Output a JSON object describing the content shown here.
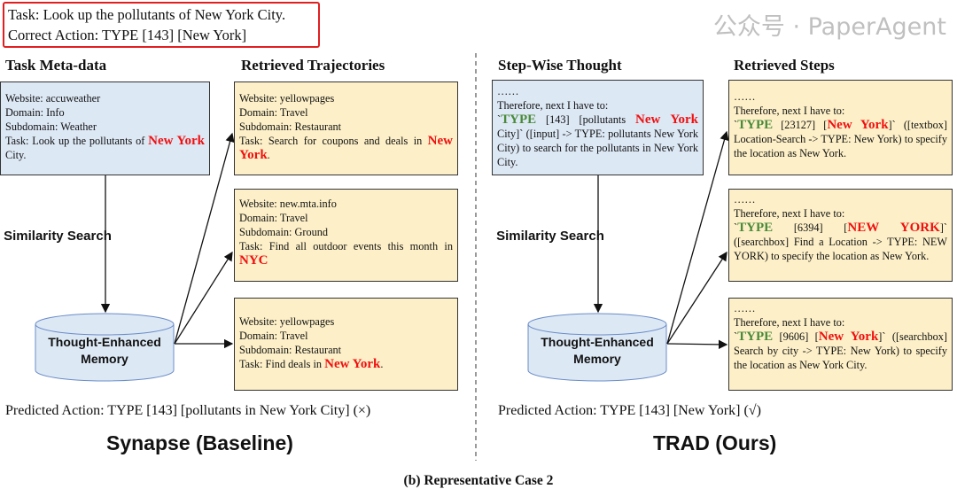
{
  "task": {
    "line1": "Task: Look up the pollutants of New York City.",
    "line2": "Correct Action: TYPE [143] [New York]"
  },
  "left": {
    "heading_meta": "Task Meta-data",
    "heading_traj": "Retrieved Trajectories",
    "meta": {
      "website": "Website: accuweather",
      "domain": "Domain: Info",
      "subdomain": "Subdomain: Weather",
      "task_pre": "Task: Look up the pollutants of ",
      "task_hl": "New York",
      "task_post": " City."
    },
    "trajectories": [
      {
        "website": "Website: yellowpages",
        "domain": "Domain: Travel",
        "subdomain": "Subdomain: Restaurant",
        "task_pre": "Task: Search for coupons and deals in ",
        "task_hl": "New York",
        "task_post": "."
      },
      {
        "website": "Website: new.mta.info",
        "domain": "Domain: Travel",
        "subdomain": "Subdomain: Ground",
        "task_pre": "Task: Find all outdoor events this month in ",
        "task_hl": "NYC",
        "task_post": ""
      },
      {
        "website": "Website: yellowpages",
        "domain": "Domain: Travel",
        "subdomain": "Subdomain: Restaurant",
        "task_pre": "Task: Find deals in ",
        "task_hl": "New York",
        "task_post": "."
      }
    ],
    "similarity": "Similarity Search",
    "memory": "Thought-Enhanced Memory",
    "predicted": "Predicted Action: TYPE [143] [pollutants in New York City] (×)",
    "title": "Synapse (Baseline)"
  },
  "right": {
    "heading_thought": "Step-Wise Thought",
    "heading_steps": "Retrieved Steps",
    "thought": {
      "dots": "……",
      "lead": "Therefore, next I have to:",
      "tick": "`",
      "type": "TYPE",
      "id": " [143] [pollutants ",
      "hl": "New York",
      "rest": " City]` ([input]  -> TYPE: pollutants New York City) to search for the pollutants in New York City."
    },
    "steps": [
      {
        "dots": "……",
        "lead": "Therefore, next I have to:",
        "tick": "`",
        "type": "TYPE",
        "id": " [23127] [",
        "hl": "New York",
        "rest": "]` ([textbox] Location-Search -> TYPE: New York) to specify the location as New York."
      },
      {
        "dots": "……",
        "lead": "Therefore, next I have to:",
        "tick": "`",
        "type": "TYPE",
        "id": " [6394] [",
        "hl": "NEW YORK",
        "rest": "]` ([searchbox] Find a Location -> TYPE: NEW YORK) to specify the location as New York."
      },
      {
        "dots": "……",
        "lead": "Therefore, next I have to:",
        "tick": "`",
        "type": "TYPE",
        "id": " [9606] [",
        "hl": "New York",
        "rest": "]` ([searchbox] Search by city -> TYPE: New York) to specify the location as New York City."
      }
    ],
    "similarity": "Similarity Search",
    "memory": "Thought-Enhanced Memory",
    "predicted": "Predicted Action: TYPE [143] [New York] (√)",
    "title": "TRAD (Ours)"
  },
  "caption": "(b) Representative Case 2",
  "watermark": "公众号 · PaperAgent",
  "colors": {
    "highlight": "#f01010",
    "type": "#4a8a3a",
    "blue_box": "#dde8f5",
    "yellow_box": "#fdf0c8",
    "task_border": "#e02020"
  }
}
